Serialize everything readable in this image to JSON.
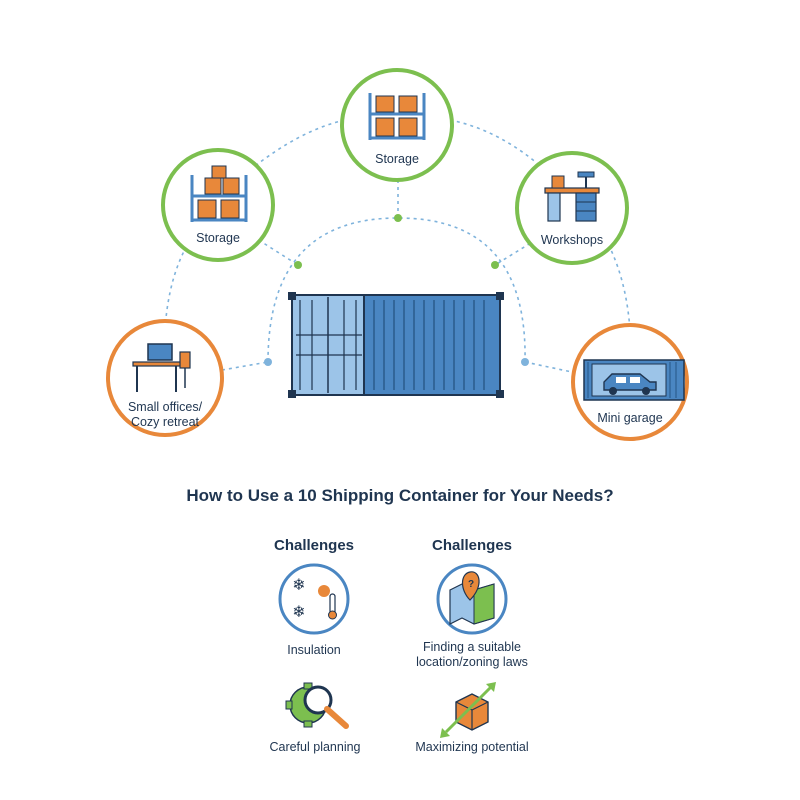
{
  "title": "How to Use a 10 Shipping Container for Your Needs?",
  "uses": [
    {
      "label": "Small offices/",
      "label2": "Cozy retreat",
      "icon": "office-desk-icon"
    },
    {
      "label": "Storage",
      "icon": "storage-shelf-icon"
    },
    {
      "label": "Storage",
      "icon": "storage-shelf-icon"
    },
    {
      "label": "Workshops",
      "icon": "workbench-icon"
    },
    {
      "label": "Mini garage",
      "icon": "garage-car-icon"
    }
  ],
  "challenges": {
    "left_heading": "Challenges",
    "right_heading": "Challenges",
    "items": [
      {
        "label": "Insulation",
        "icon": "insulation-icon"
      },
      {
        "label": "Finding a suitable",
        "label2": "location/zoning laws",
        "icon": "map-location-icon"
      },
      {
        "label": "Careful planning",
        "icon": "gear-magnifier-icon"
      },
      {
        "label": "Maximizing potential",
        "icon": "box-arrows-icon"
      }
    ]
  },
  "colors": {
    "green": "#7cbf4f",
    "orange": "#e8883a",
    "blue": "#4a86c2",
    "dark": "#1f3550",
    "dotted": "#7fb3dc"
  }
}
